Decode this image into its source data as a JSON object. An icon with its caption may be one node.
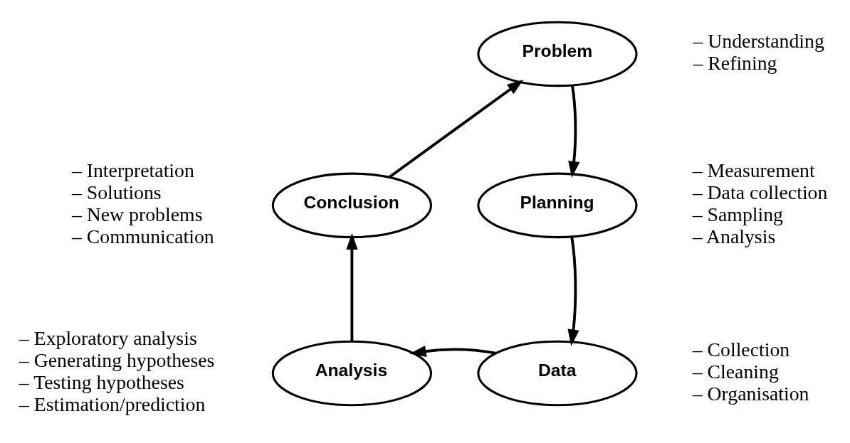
{
  "diagram": {
    "nodes": [
      {
        "text": [
          "Problem"
        ],
        "beside": [
          "– Understanding",
          "– Refining"
        ]
      },
      {
        "text": [
          "Planning"
        ],
        "beside": [
          "– Measurement",
          "– Data collection",
          "– Sampling",
          "– Analysis"
        ]
      },
      {
        "text": [
          "Data"
        ],
        "beside": [
          "– Collection",
          "– Cleaning",
          "– Organisation"
        ]
      },
      {
        "text": [
          "Analysis"
        ],
        "beside": [
          "– Exploratory analysis",
          "– Generating hypotheses",
          "– Testing hypotheses",
          "– Estimation/prediction"
        ]
      },
      {
        "text": [
          "Conclusion"
        ],
        "beside": [
          "– Interpretation",
          "– Solutions",
          "– New problems",
          "– Communication"
        ]
      }
    ],
    "edges": [
      {
        "from": 0,
        "to": 1,
        "arrow": "to"
      },
      {
        "from": 1,
        "to": 2,
        "arrow": "to"
      },
      {
        "from": 2,
        "to": 3,
        "arrow": "to"
      },
      {
        "from": 3,
        "to": 4,
        "arrow": "to"
      },
      {
        "from": 4,
        "to": 0,
        "arrow": "to"
      }
    ]
  }
}
